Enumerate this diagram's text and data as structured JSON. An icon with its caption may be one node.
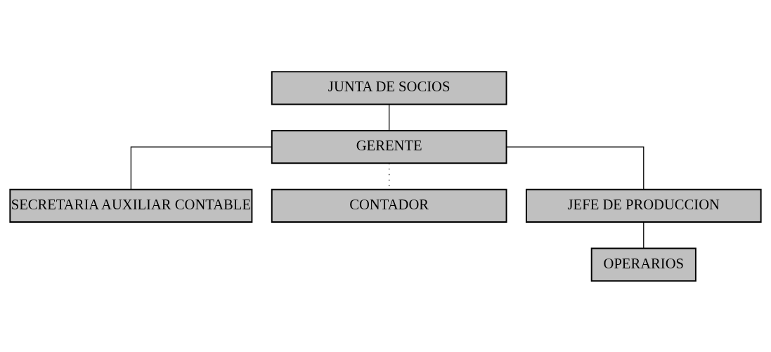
{
  "diagram": {
    "nodes": [
      {
        "text": [
          "JUNTA DE SOCIOS"
        ]
      },
      {
        "text": [
          "GERENTE"
        ]
      },
      {
        "text": [
          "SECRETARIA AUXILIAR CONTABLE"
        ]
      },
      {
        "text": [
          "CONTADOR"
        ]
      },
      {
        "text": [
          "JEFE DE PRODUCCION"
        ]
      },
      {
        "text": [
          "OPERARIOS"
        ]
      }
    ],
    "edges": [
      {
        "from": 0,
        "to": 1,
        "arrow": "none"
      },
      {
        "from": 1,
        "to": 2,
        "arrow": "none"
      },
      {
        "from": 1,
        "to": 3,
        "arrow": "none",
        "style": "dashed"
      },
      {
        "from": 1,
        "to": 4,
        "arrow": "none"
      },
      {
        "from": 4,
        "to": 5,
        "arrow": "none"
      }
    ]
  }
}
